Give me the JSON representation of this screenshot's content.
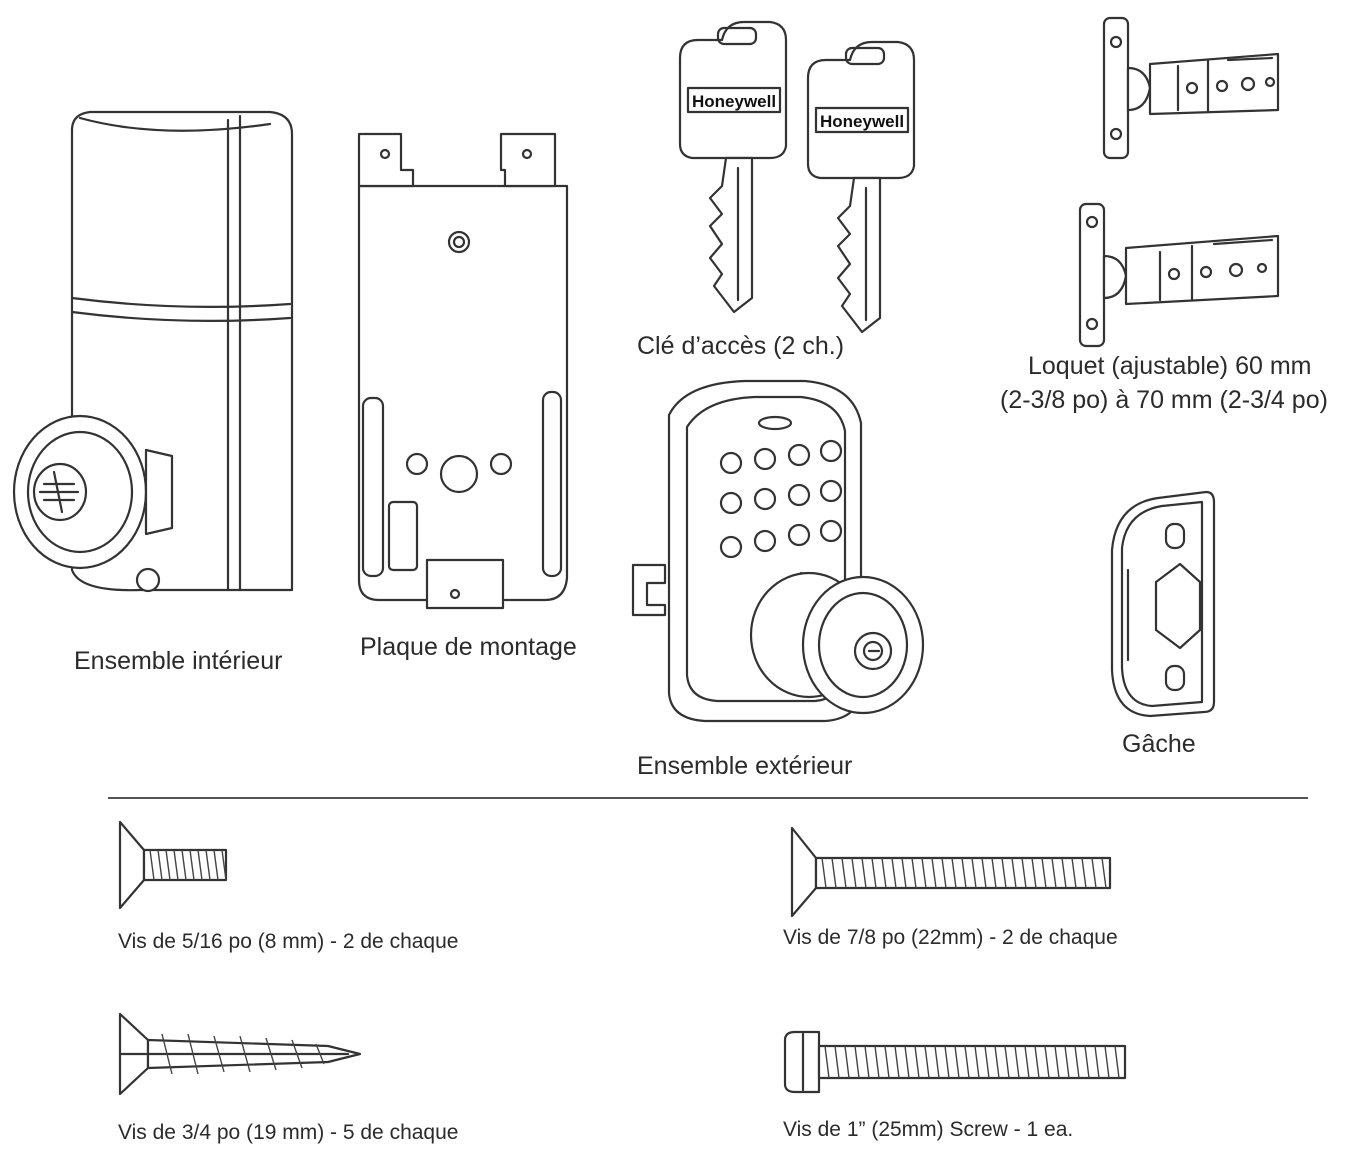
{
  "parts": {
    "interior_assembly": "Ensemble intérieur",
    "mounting_plate": "Plaque de montage",
    "access_keys": "Clé d’accès (2 ch.)",
    "key_brand": "Honeywell",
    "exterior_assembly": "Ensemble extérieur",
    "latch_line1": "Loquet (ajustable) 60 mm",
    "latch_line2": "(2-3/8 po) à 70 mm (2-3/4 po)",
    "strike": "Gâche"
  },
  "screws": {
    "screw_5_16": "Vis de 5/16 po (8 mm) - 2 de chaque",
    "screw_7_8": "Vis de 7/8 po (22mm) - 2 de chaque",
    "screw_3_4": "Vis de 3/4 po (19 mm) - 5 de chaque",
    "screw_1in": "Vis de 1” (25mm) Screw - 1 ea."
  }
}
